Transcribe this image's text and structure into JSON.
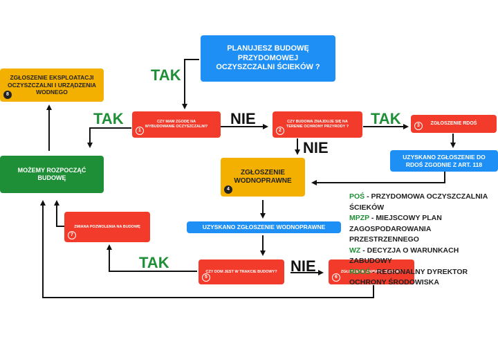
{
  "boxes": {
    "start": "PLANUJESZ BUDOWĘ PRZYDOMOWEJ OCZYSZCZALNI ŚCIEKÓW ?",
    "q1": "CZY MAM ZGODĘ NA WYBUDOWANIE OCZYSZCZALNI?",
    "q2": "CZY BUDOWA ZNAJDUJE SIĘ NA TERENIE OCHRONY PRZYRODY ?",
    "rdos": "ZGŁOSZENIE RDOŚ",
    "rdos_ok": "UZYSKANO ZGŁOSZENIE DO RDOŚ ZGODNIE Z ART. 118",
    "wodno": "ZGŁOSZENIE WODNOPRAWNE",
    "wodno_ok": "UZYSKANO ZGŁOSZENIE WODNOPRAWNE",
    "build": "MOŻEMY ROZPOCZĄĆ BUDOWĘ",
    "eksp": "ZGŁOSZENIE EKSPLOATACJI OCZYSZCZALNI I URZĄDZENIA WODNEGO",
    "permit": "ZMIANA POZWOLENIA NA BUDOWĘ",
    "q5": "CZY DOM JEST W TRAKCIE BUDOWY?",
    "zamiar": "ZGŁOSZENIE ZAMIARU BUDOWY"
  },
  "numbers": {
    "n1": "1",
    "n2": "2",
    "n3": "3",
    "n4": "4",
    "n5": "5",
    "n6": "6",
    "n7": "7",
    "n8": "8"
  },
  "labels": {
    "tak1": "TAK",
    "tak2": "TAK",
    "nie1": "NIE",
    "tak3": "TAK",
    "nie2": "NIE",
    "tak4": "TAK",
    "nie3": "NIE"
  },
  "legend": [
    {
      "abbr": "POŚ",
      "text": " - PRZYDOMOWA OCZYSZCZALNIA ŚCIEKÓW"
    },
    {
      "abbr": "MPZP",
      "text": " - MIEJSCOWY PLAN ZAGOSPODAROWANIA PRZESTRZENNEGO"
    },
    {
      "abbr": "WZ",
      "text": " - DECYZJA O WARUNKACH ZABUDOWY"
    },
    {
      "abbr": "RDOŚ",
      "text": " - REGIONALNY DYREKTOR OCHRONY ŚRODOWISKA"
    }
  ],
  "colors": {
    "red": "#f23b2a",
    "orange": "#f4b000",
    "blue": "#1e90f5",
    "green": "#1e8f36"
  }
}
